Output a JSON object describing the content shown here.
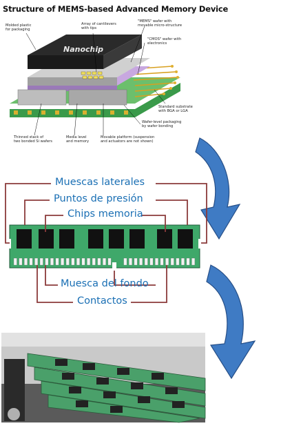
{
  "top_figure": {
    "title": "Structure of MEMS-based Advanced Memory Device",
    "chip_brand": "Nanochip",
    "captions": {
      "molded_plastic": "Molded plastic\nfor packaging",
      "array_levers": "Array of cantilevers\nwith tips",
      "mems_wafer": "\"MEMS\" wafer with\nmovable micro-structure",
      "cmos_wafer": "\"CMOS\" wafer with\nelectronics",
      "substrate": "Standard substrate\nwith BGA or LGA",
      "wafer_packaging": "Wafer-level packaging\nby wafer bonding",
      "thinned_stack": "Thinned stack of\ntwo bonded Si wafers",
      "media_level": "Media level\nand memory",
      "movable_platform": "Movable platform (suspension\nand actuators are not shown)"
    }
  },
  "ram_diagram": {
    "labels": {
      "side_notches": "Muescas laterales",
      "pressure_points": "Puntos de presión",
      "memory_chips": "Chips memoria",
      "bottom_notch": "Muesca del fondo",
      "contacts": "Contactos"
    },
    "colors": {
      "pcb": "#3fa86a",
      "label_text": "#1a6fb4",
      "leader_line": "#8b3a3a",
      "arrow": "#3f7bc4"
    }
  }
}
